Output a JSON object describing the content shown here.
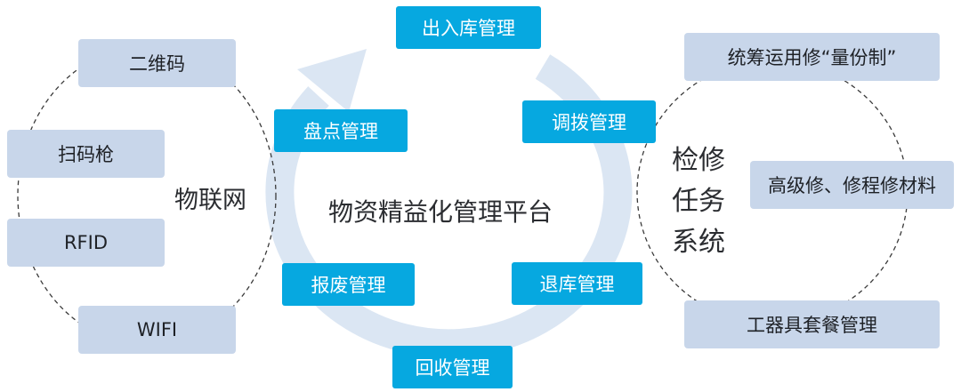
{
  "iot": {
    "title": "物联网",
    "items": [
      "二维码",
      "扫码枪",
      "RFID",
      "WIFI"
    ]
  },
  "platform": {
    "title": "物资精益化管理平台",
    "modules": [
      "出入库管理",
      "调拨管理",
      "退库管理",
      "回收管理",
      "报废管理",
      "盘点管理"
    ]
  },
  "maintenance": {
    "title_lines": [
      "检修",
      "任务",
      "系统"
    ],
    "items": [
      "统筹运用修“量份制”",
      "高级修、修程修材料",
      "工器具套餐管理"
    ]
  },
  "colors": {
    "module_fill": "#06a8e0",
    "item_fill": "#c8d6ea",
    "cycle_arrow": "#dbe6f3",
    "dashed_line": "#3a3a3a"
  }
}
